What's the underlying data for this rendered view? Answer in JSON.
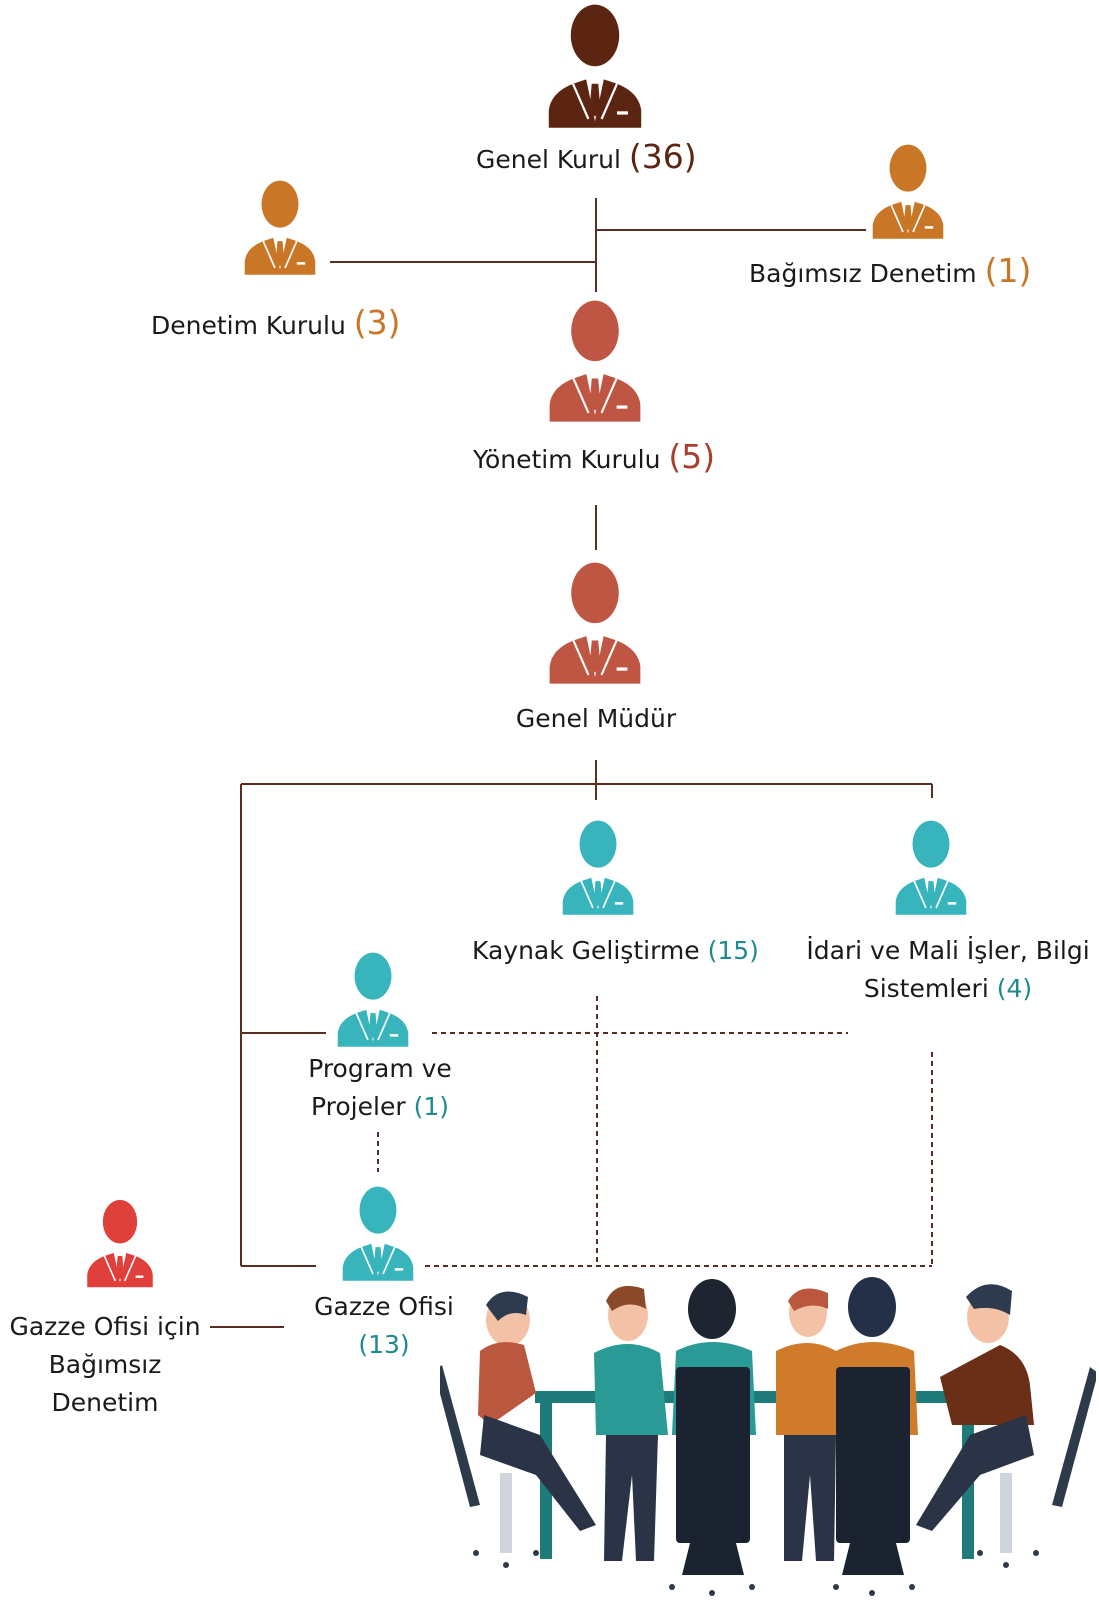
{
  "colors": {
    "line": "#5a2e22",
    "general_assembly": "#5c2512",
    "audit_orange": "#c97627",
    "board_red": "#bf5543",
    "staff_teal": "#37b4bc",
    "count_teal": "#1e8a8f",
    "gaza_audit_red": "#e0403c"
  },
  "nodes": {
    "genel_kurul": {
      "name": "Genel Kurul",
      "count": "(36)",
      "icon": "person-icon"
    },
    "denetim_kurulu": {
      "name": "Denetim Kurulu",
      "count": "(3)",
      "icon": "person-icon"
    },
    "bagimsiz_denetim": {
      "name": "Bağımsız Denetim",
      "count": "(1)",
      "icon": "person-icon"
    },
    "yonetim_kurulu": {
      "name": "Yönetim Kurulu",
      "count": "(5)",
      "icon": "person-icon"
    },
    "genel_mudur": {
      "name": "Genel Müdür",
      "icon": "person-icon"
    },
    "kaynak_gelistirme": {
      "name": "Kaynak Geliştirme",
      "count": "(15)",
      "icon": "person-icon"
    },
    "idari_mali": {
      "line1": "İdari ve Mali İşler, Bilgi",
      "line2": "Sistemleri",
      "count": "(4)",
      "icon": "person-icon"
    },
    "program_projeler": {
      "line1": "Program ve",
      "line2": "Projeler",
      "count": "(1)",
      "icon": "person-icon"
    },
    "gazze_ofisi": {
      "line1": "Gazze Ofisi",
      "count": "(13)",
      "icon": "person-icon"
    },
    "gazze_denetim": {
      "line1": "Gazze Ofisi için",
      "line2": "Bağımsız",
      "line3": "Denetim",
      "icon": "person-icon"
    }
  },
  "illustration": "meeting-table-illustration"
}
